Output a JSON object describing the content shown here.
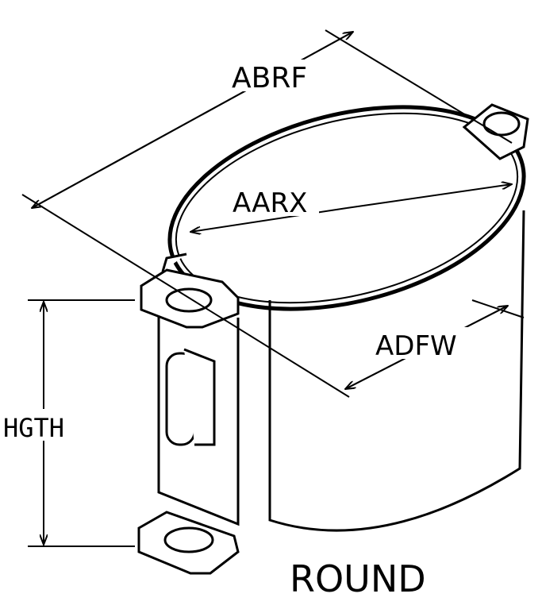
{
  "labels": {
    "abrf": "ABRF",
    "aarx": "AARX",
    "adfw": "ADFW",
    "hgth": "HGTH",
    "shape": "ROUND"
  },
  "colors": {
    "line": "#000000",
    "background": "#ffffff"
  }
}
